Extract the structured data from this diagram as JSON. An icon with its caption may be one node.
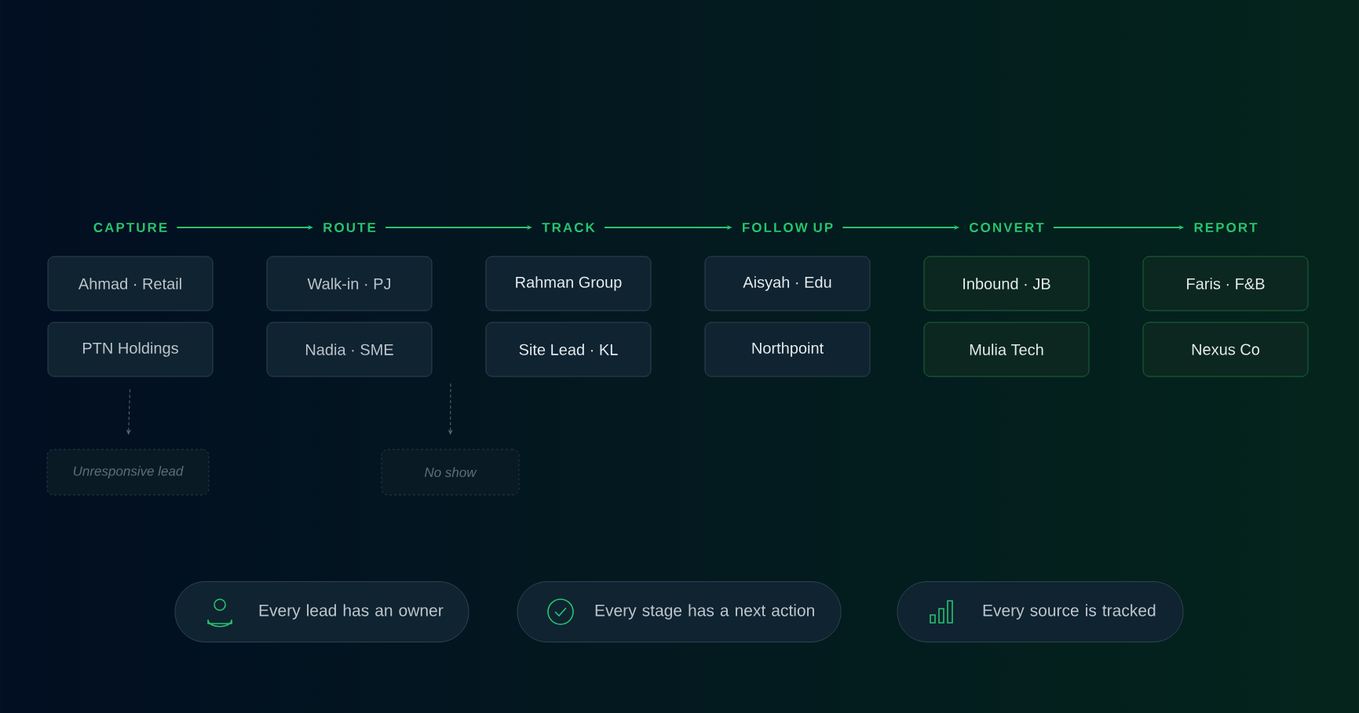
{
  "diagram": {
    "nodes": [
      {
        "text": [
          "CAPTURE"
        ]
      },
      {
        "text": [
          "ROUTE"
        ]
      },
      {
        "text": [
          "TRACK"
        ]
      },
      {
        "text": [
          "FOLLOW UP"
        ]
      },
      {
        "text": [
          "CONVERT"
        ]
      },
      {
        "text": [
          "REPORT"
        ]
      },
      {
        "text": [
          "Ahmad · Retail"
        ]
      },
      {
        "text": [
          "Walk-in · PJ"
        ]
      },
      {
        "text": [
          "Rahman Group"
        ]
      },
      {
        "text": [
          "Aisyah · Edu"
        ]
      },
      {
        "text": [
          "Inbound · JB"
        ]
      },
      {
        "text": [
          "Faris · F&B"
        ]
      },
      {
        "text": [
          "PTN Holdings"
        ]
      },
      {
        "text": [
          "Nadia · SME"
        ]
      },
      {
        "text": [
          "Site Lead · KL"
        ]
      },
      {
        "text": [
          "Northpoint"
        ]
      },
      {
        "text": [
          "Mulia Tech"
        ]
      },
      {
        "text": [
          "Nexus Co"
        ]
      },
      {
        "text": [
          "Unresponsive lead"
        ]
      },
      {
        "text": [
          "No show"
        ]
      },
      {
        "text": [
          "Every lead has an owner"
        ]
      },
      {
        "text": [
          "Every stage has a next action"
        ]
      },
      {
        "text": [
          "Every source is tracked"
        ]
      }
    ],
    "edges": [
      {
        "from": 0,
        "to": 1,
        "arrow": "to"
      },
      {
        "from": 1,
        "to": 2,
        "arrow": "to"
      },
      {
        "from": 2,
        "to": 3,
        "arrow": "to"
      },
      {
        "from": 3,
        "to": 4,
        "arrow": "to"
      },
      {
        "from": 4,
        "to": 5,
        "arrow": "to"
      },
      {
        "from": 12,
        "to": 18,
        "arrow": "to",
        "style": "dashed",
        "color": "#5b6a73"
      },
      {
        "from": null,
        "to": 19,
        "arrow": "to",
        "style": "dashed",
        "color": "#5b6a73"
      }
    ]
  }
}
